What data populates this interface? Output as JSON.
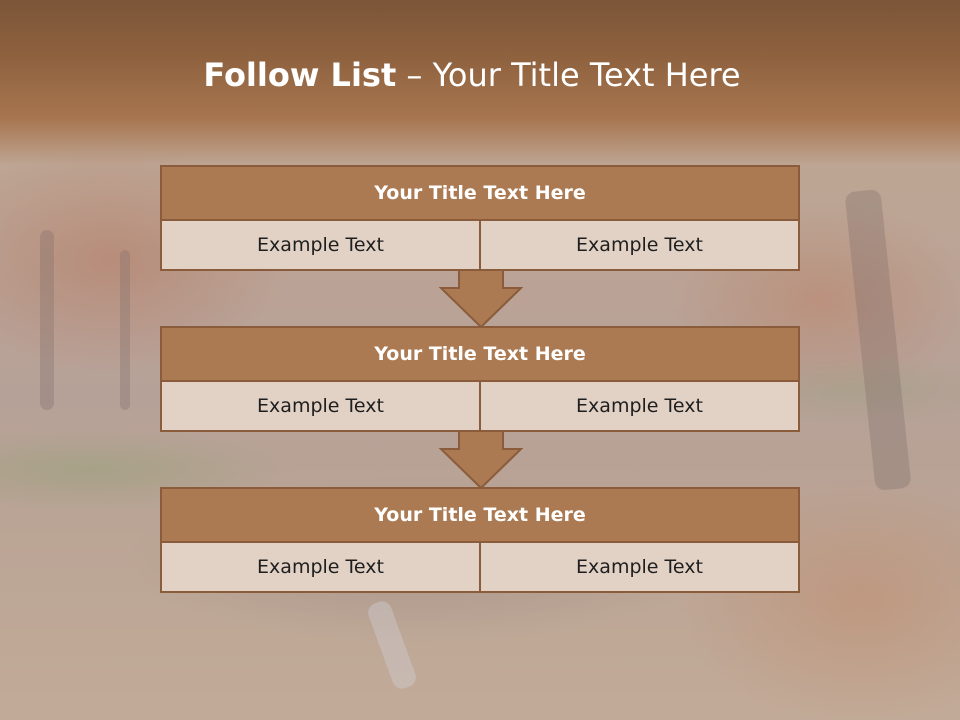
{
  "slide": {
    "title_strong": "Follow List",
    "title_rest": " – Your Title Text Here"
  },
  "blocks": [
    {
      "title": "Your Title Text Here",
      "left": "Example Text",
      "right": "Example Text"
    },
    {
      "title": "Your Title Text Here",
      "left": "Example Text",
      "right": "Example Text"
    },
    {
      "title": "Your Title Text Here",
      "left": "Example Text",
      "right": "Example Text"
    }
  ],
  "colors": {
    "header_brown": "#8f623f",
    "block_title_fill": "#ab7a52",
    "block_cell_fill": "#e2d1c5",
    "border": "#8a5c3b"
  },
  "icons": [
    "down-arrow-icon"
  ]
}
